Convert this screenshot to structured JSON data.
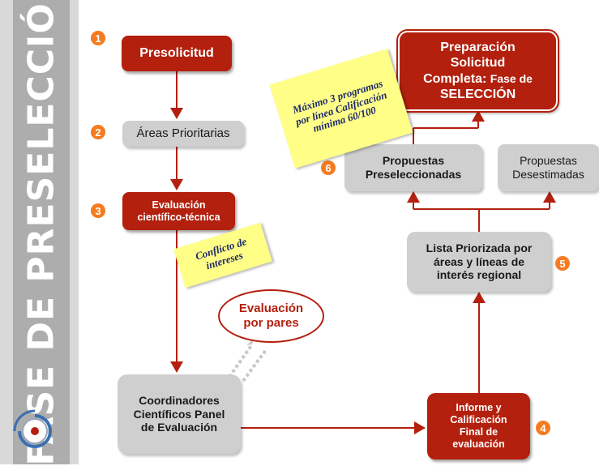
{
  "sidebar": {
    "title": "FASE DE PRESELECCIÓN"
  },
  "steps": {
    "n1": "1",
    "n2": "2",
    "n3": "3",
    "n4": "4",
    "n5": "5",
    "n6": "6"
  },
  "nodes": {
    "presolicitud": "Presolicitud",
    "areas": "Áreas Prioritarias",
    "evaluacion": "Evaluación científico-técnica",
    "coordinadores": "Coordinadores Científicos Panel de Evaluación",
    "pares": "Evaluación por pares",
    "informe": "Informe y Calificación Final de evaluación",
    "lista": "Lista Priorizada por áreas y líneas de interés regional",
    "preseleccionadas": "Propuestas Preseleccionadas",
    "desestimadas": "Propuestas Desestimadas",
    "preparacion_top": "Preparación Solicitud",
    "preparacion_mid": "Completa:",
    "preparacion_small": "Fase de",
    "preparacion_bottom": "SELECCIÓN"
  },
  "notes": {
    "conflicto": "Conflicto de intereses",
    "maximo": "Máximo 3 programas por línea Calificación mínima 60/100"
  },
  "colors": {
    "red": "#b3200e",
    "gray": "#cfcfcf",
    "orange": "#f47b20",
    "note": "#ffff88"
  }
}
